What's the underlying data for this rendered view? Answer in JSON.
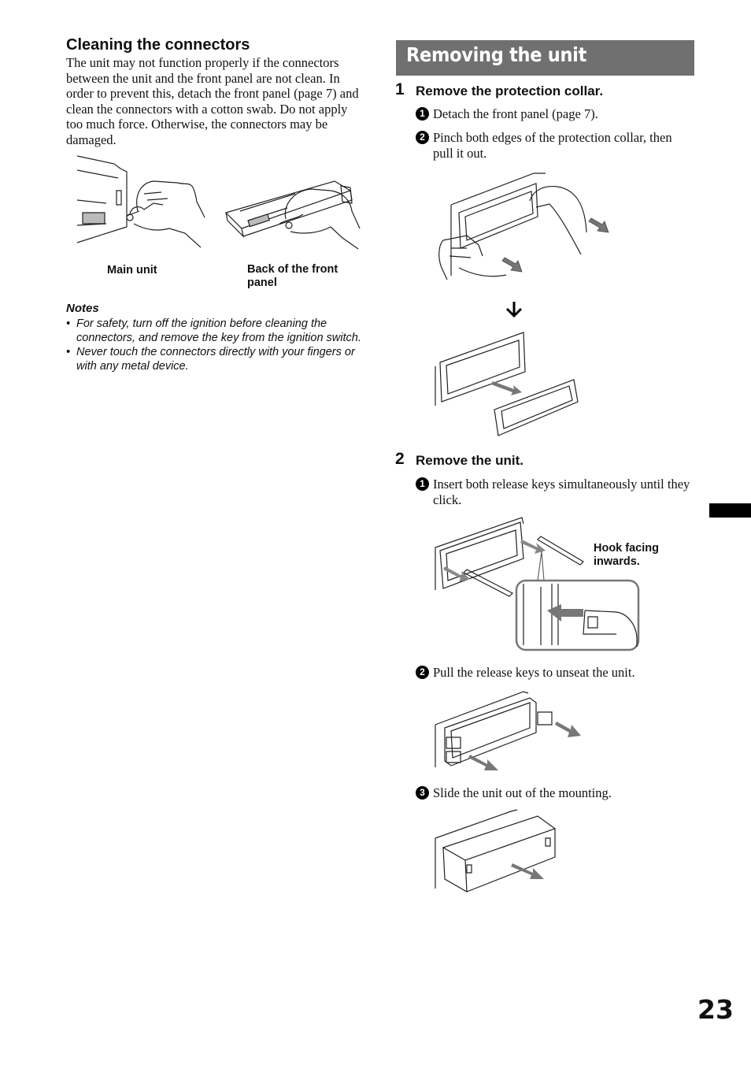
{
  "left": {
    "heading": "Cleaning the connectors",
    "paragraph": "The unit may not function properly if the connectors between the unit and the front panel are not clean. In order to prevent this, detach the front panel (page 7) and clean the connectors with a cotton swab. Do not apply too much force. Otherwise, the connectors may be damaged.",
    "figure_labels": [
      "Main unit",
      "Back of the front panel"
    ],
    "notes_title": "Notes",
    "notes": [
      "For safety, turn off the ignition before cleaning the connectors, and remove the key from the ignition switch.",
      "Never touch the connectors directly with your fingers or with any metal device."
    ],
    "bullet": "•"
  },
  "right": {
    "banner": "Removing the unit",
    "steps": [
      {
        "number": "1",
        "title": "Remove the protection collar.",
        "substeps": [
          {
            "num": "1",
            "text": "Detach the front panel (page 7)."
          },
          {
            "num": "2",
            "text": "Pinch both edges of the protection collar, then pull it out."
          }
        ]
      },
      {
        "number": "2",
        "title": "Remove the unit.",
        "substeps": [
          {
            "num": "1",
            "text": "Insert both release keys simultaneously until they click."
          },
          {
            "num": "2",
            "text": "Pull the release keys to unseat the unit."
          },
          {
            "num": "3",
            "text": "Slide the unit out of the mounting."
          }
        ]
      }
    ],
    "hook_label": "Hook facing inwards."
  },
  "page_number": "23",
  "icons": [
    "arrow-down-icon"
  ]
}
